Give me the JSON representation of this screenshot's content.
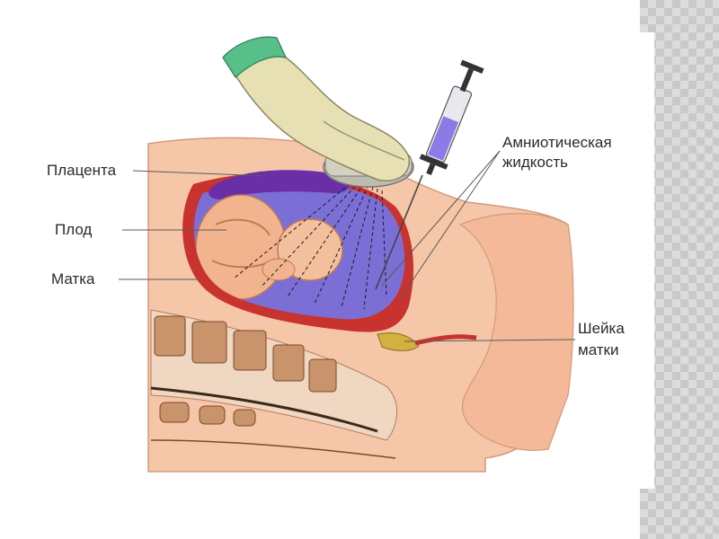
{
  "labels": {
    "placenta": "Плацента",
    "fetus": "Плод",
    "uterus": "Матка",
    "amniotic_line1": "Амниотическая",
    "amniotic_line2": "жидкость",
    "cervix_line1": "Шейка",
    "cervix_line2": "матки"
  },
  "colors": {
    "skin": "#f6c6a8",
    "skin_shadow": "#e8a987",
    "uterus_wall": "#c8322f",
    "amniotic_fluid": "#7b6fd6",
    "glove": "#e6e0b4",
    "sleeve": "#57c08a",
    "syringe_fluid": "#8a7be6"
  },
  "icons": {
    "glove": "gloved-hand-icon",
    "probe": "ultrasound-probe-icon",
    "syringe": "syringe-needle-icon"
  }
}
